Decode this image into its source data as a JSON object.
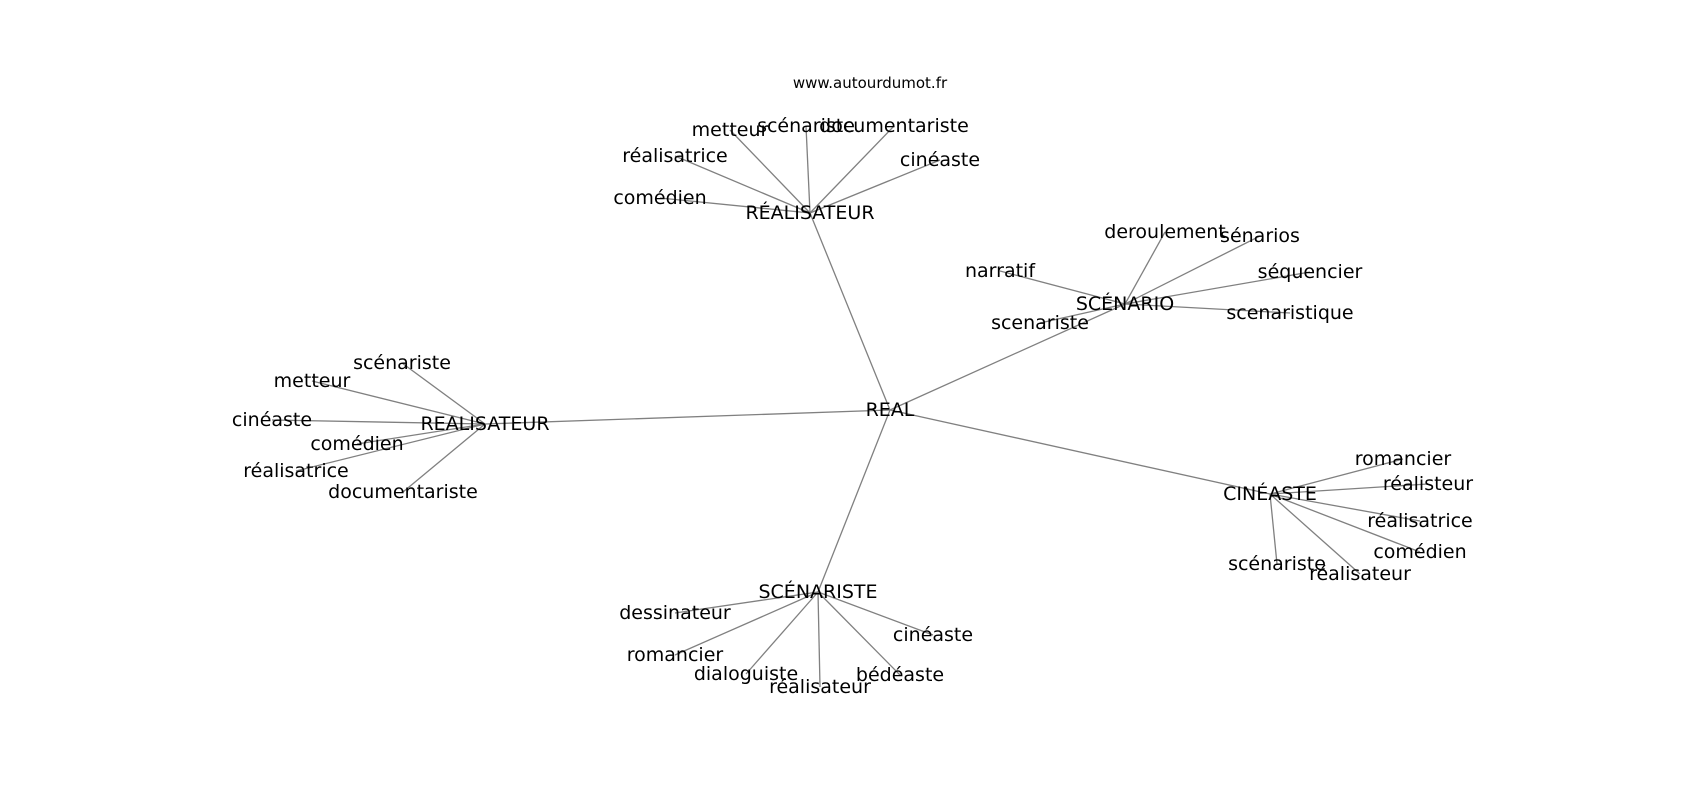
{
  "caption": "www.autourdumot.fr",
  "graph": {
    "root": "REAL",
    "groups": [
      {
        "label": "RÉALISATEUR",
        "leaves": [
          "comédien",
          "réalisatrice",
          "metteur",
          "scénariste",
          "documentariste",
          "cinéaste"
        ]
      },
      {
        "label": "SCÉNARIO",
        "leaves": [
          "deroulement",
          "sénarios",
          "narratif",
          "séquencier",
          "scenariste",
          "scenaristique"
        ]
      },
      {
        "label": "REALISATEUR",
        "leaves": [
          "scénariste",
          "metteur",
          "cinéaste",
          "comédien",
          "réalisatrice",
          "documentariste"
        ]
      },
      {
        "label": "CINÉASTE",
        "leaves": [
          "romancier",
          "réalisteur",
          "réalisatrice",
          "comédien",
          "scénariste",
          "réalisateur"
        ]
      },
      {
        "label": "SCÉNARISTE",
        "leaves": [
          "dessinateur",
          "cinéaste",
          "romancier",
          "dialoguiste",
          "réalisateur",
          "bédéaste"
        ]
      }
    ]
  }
}
